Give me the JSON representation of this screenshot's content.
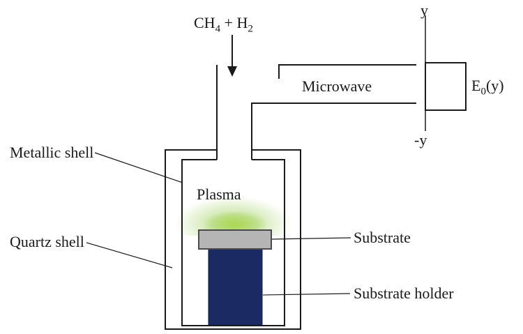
{
  "gas_inlet": {
    "base1": "CH",
    "sub1": "4",
    "base2": " + H",
    "sub2": "2"
  },
  "microwave": {
    "label": "Microwave"
  },
  "field_profile": {
    "axis_top": "y",
    "axis_bottom": "-y",
    "base": "E",
    "sub": "0",
    "suffix": "(y)"
  },
  "chamber": {
    "plasma_label": "Plasma",
    "metallic_shell_label": "Metallic shell",
    "quartz_shell_label": "Quartz shell",
    "substrate_label": "Substrate",
    "substrate_holder_label": "Substrate holder"
  },
  "colors": {
    "line": "#1a1a1a",
    "substrate_fill": "#b5b5b5",
    "substrate_stroke": "#4a4a4a",
    "holder_fill": "#1c2a63",
    "plasma_glow": "#8dc63f",
    "background": "#ffffff"
  }
}
